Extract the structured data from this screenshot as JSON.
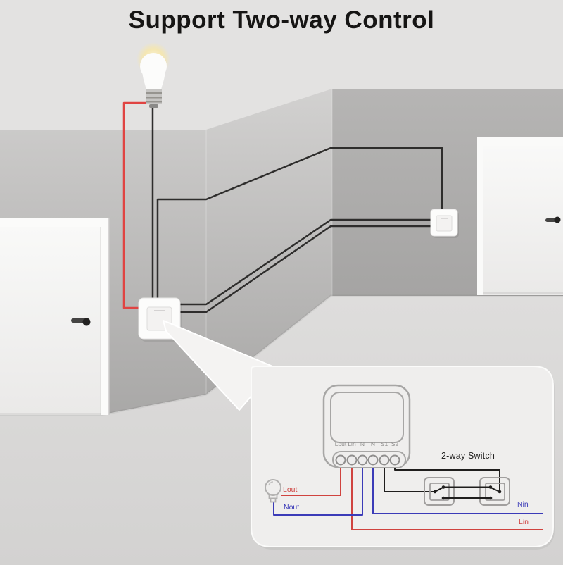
{
  "title": "Support Two-way Control",
  "decor": {
    "top_crop_fragment_colors": [
      "#5f2d2a",
      "#402625",
      "#572b28"
    ]
  },
  "scene": {
    "wire_colors": {
      "live": "#e04442",
      "black": "#2e2d2c"
    },
    "bulb_glow_color": "#f4e6b2"
  },
  "callout": {
    "terminals": [
      "Lout",
      "Lin",
      "N",
      "N",
      "S1",
      "S2"
    ],
    "switch_label": "2-way Switch",
    "wire_labels": {
      "lout": "Lout",
      "nout": "Nout",
      "nin": "Nin",
      "lin": "Lin"
    },
    "wire_colors": {
      "live": "#d0433f",
      "neutral": "#3b3bb8",
      "signal": "#1f1e1d"
    }
  }
}
